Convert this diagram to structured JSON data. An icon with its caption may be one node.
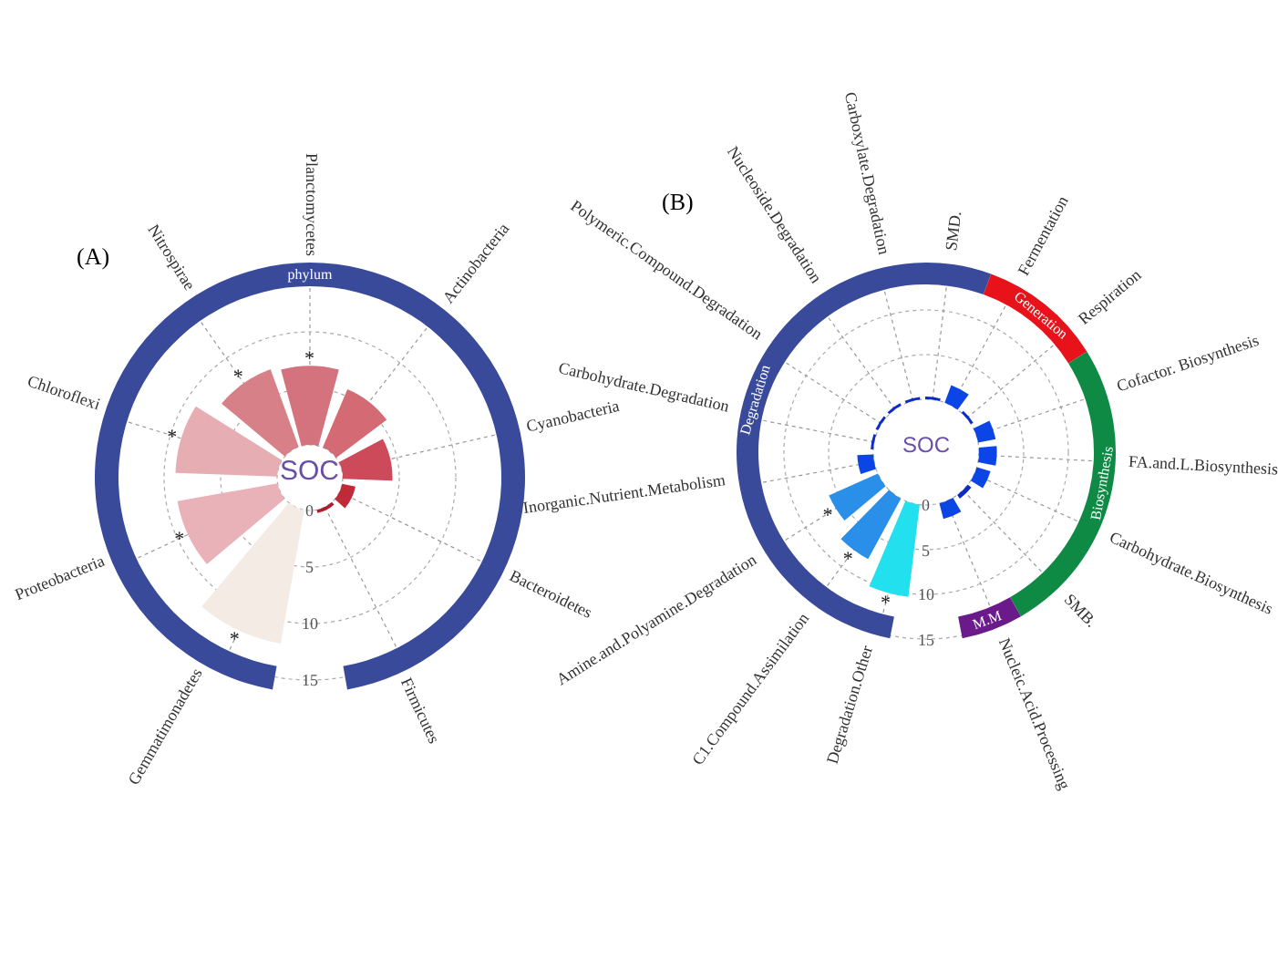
{
  "diagram": {
    "nodes": [
      {
        "text": [
          "phylum"
        ]
      },
      {
        "text": [
          "Degradation"
        ]
      },
      {
        "text": [
          "Generation"
        ]
      },
      {
        "text": [
          "Biosynthesis"
        ]
      },
      {
        "text": [
          "M.M"
        ]
      }
    ],
    "labels": [
      "(A)",
      "Planctomycetes",
      "Actinobacteria",
      "Cyanobacteria",
      "Bacteroidetes",
      "Firmicutes",
      "Gemmatimonadetes",
      "Proteobacteria",
      "Chloroflexi",
      "Nitrospirae",
      "SOC",
      "0",
      "5",
      "10",
      "15",
      "*",
      "*",
      "*",
      "*",
      "*",
      "(B)",
      "Carboxylate.Degradation",
      "SMD.",
      "Fermentation",
      "Respiration",
      "Cofactor. Biosynthesis",
      "FA.and.L.Biosynthesis",
      "Carbohydrate.Biosynthesis",
      "SMB.",
      "Nucleic.Acid.Processing",
      "Degradation.Other",
      "C1.Compound.Assimilation",
      "Amine.and.Polyamine.Degradation",
      "Inorganic.Nutrient.Metabolism",
      "Carbohydrate.Degradation",
      "Polymeric.Compound.Degradation",
      "Nucleoside.Degradation",
      "SOC",
      "0",
      "5",
      "10",
      "15",
      "*",
      "*",
      "*"
    ]
  }
}
